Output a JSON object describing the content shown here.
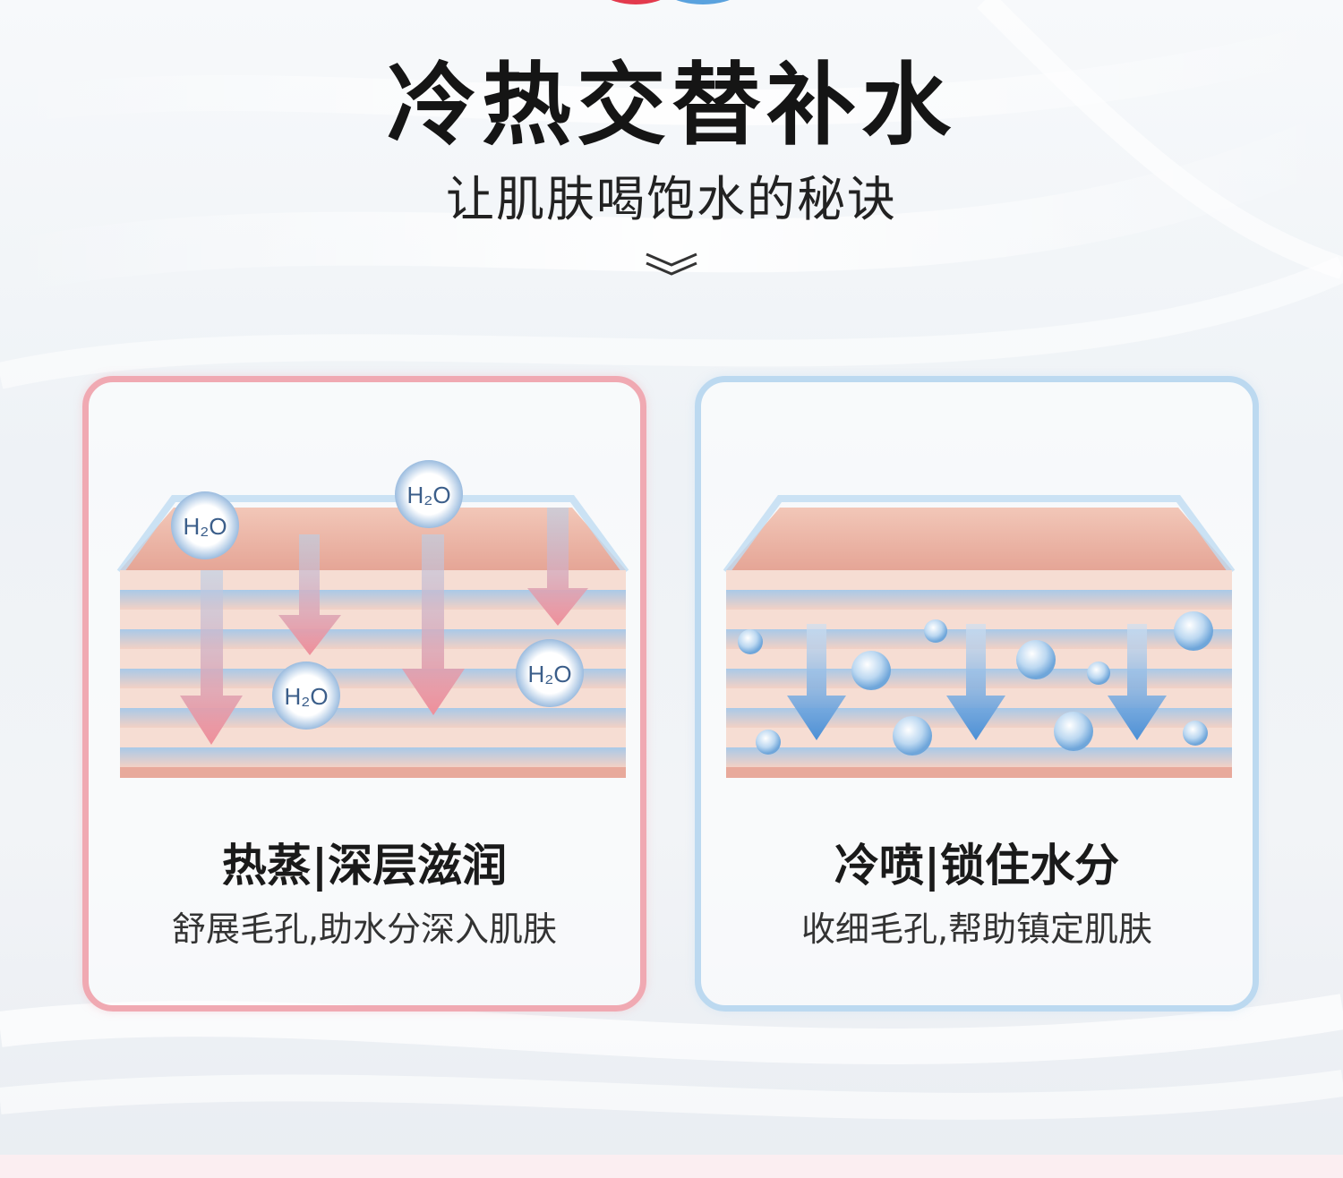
{
  "title": "冷热交替补水",
  "subtitle": "让肌肤喝饱水的秘诀",
  "cards": [
    {
      "title": "热蒸|深层滋润",
      "description": "舒展毛孔,助水分深入肌肤",
      "accent": "#f0a9b2",
      "molecule_label": "H₂O"
    },
    {
      "title": "冷喷|锁住水分",
      "description": "收细毛孔,帮助镇定肌肤",
      "accent": "#bcd9f0"
    }
  ],
  "colors": {
    "hot_arrow": "#ef8f9a",
    "cold_arrow": "#4a8fd6",
    "skin": "#e8a99b"
  },
  "icons": [
    "chevron-double-down-icon",
    "water-molecule-icon",
    "arrow-down-icon",
    "water-droplet-icon"
  ]
}
